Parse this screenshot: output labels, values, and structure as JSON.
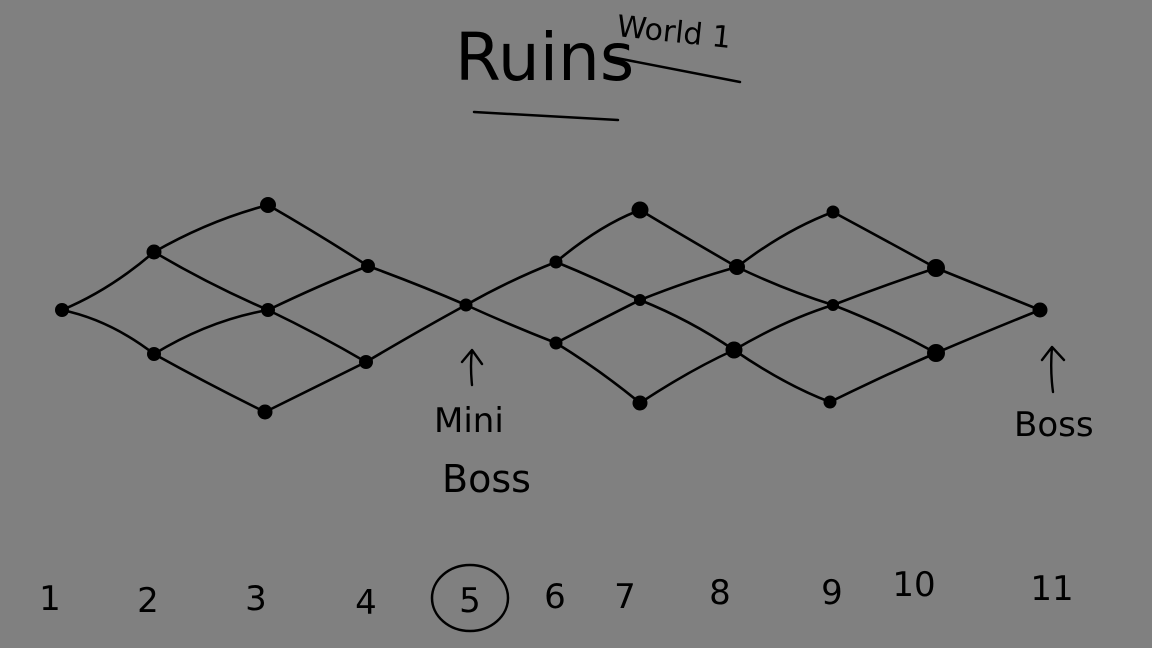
{
  "title": "Ruins",
  "subtitle": "World 1",
  "annotations": {
    "mini_boss_line1": "Mini",
    "mini_boss_line2": "Boss",
    "boss": "Boss"
  },
  "columns": [
    "1",
    "2",
    "3",
    "4",
    "5",
    "6",
    "7",
    "8",
    "9",
    "10",
    "11"
  ],
  "highlighted_column": "5"
}
